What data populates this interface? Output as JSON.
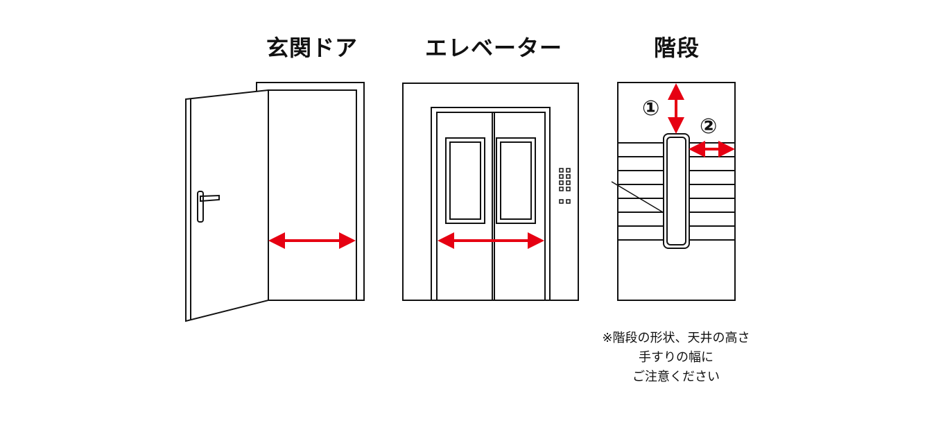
{
  "titles": {
    "entrance_door": "玄関ドア",
    "elevator": "エレベーター",
    "stairs": "階段"
  },
  "markers": {
    "one": "①",
    "two": "②"
  },
  "note": {
    "line1": "※階段の形状、天井の高さ",
    "line2": "手すりの幅に",
    "line3": "ご注意ください"
  },
  "colors": {
    "arrow": "#e60012",
    "line": "#111111"
  }
}
